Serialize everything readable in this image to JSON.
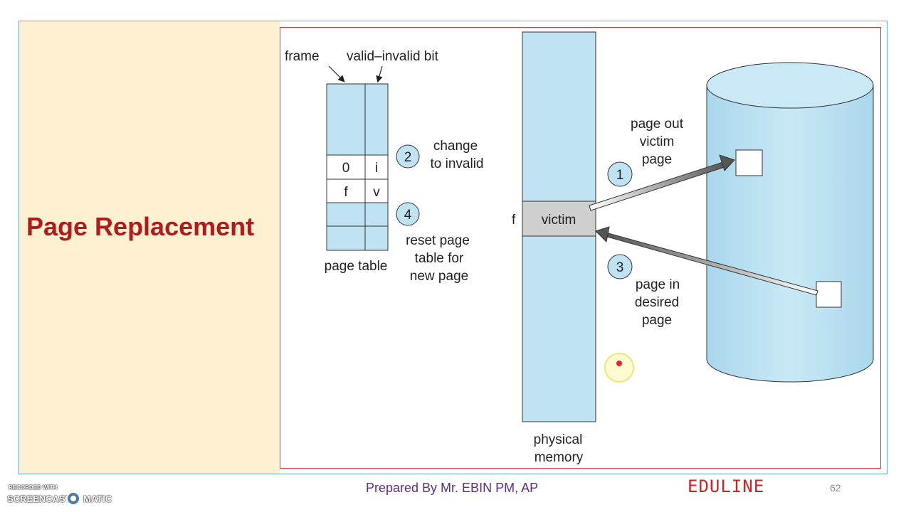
{
  "slide": {
    "title": "Page Replacement",
    "footer_credit": "Prepared By Mr. EBIN PM, AP",
    "brand": "EDULINE",
    "page_number": "62"
  },
  "diagram": {
    "page_table": {
      "header_frame": "frame",
      "header_bit": "valid–invalid bit",
      "caption": "page table",
      "rows": [
        {
          "frame": "",
          "bit": ""
        },
        {
          "frame": "0",
          "bit": "i"
        },
        {
          "frame": "f",
          "bit": "v"
        },
        {
          "frame": "",
          "bit": ""
        }
      ]
    },
    "steps": [
      {
        "number": "1",
        "label_lines": [
          "page out",
          "victim",
          "page"
        ]
      },
      {
        "number": "2",
        "label_lines": [
          "change",
          "to invalid"
        ]
      },
      {
        "number": "3",
        "label_lines": [
          "page in",
          "desired",
          "page"
        ]
      },
      {
        "number": "4",
        "label_lines": [
          "reset page",
          "table for",
          "new page"
        ]
      }
    ],
    "physical_memory": {
      "frame_label": "f",
      "victim_label": "victim",
      "caption_lines": [
        "physical",
        "memory"
      ]
    }
  },
  "recorder": {
    "small": "RECORDED WITH",
    "brand_left": "SCREENCAST",
    "brand_right": "MATIC"
  },
  "colors": {
    "title": "#b01c1c",
    "accent_blue": "#bfe3f2",
    "frame_border": "#d33",
    "credit": "#5a2f86",
    "brand": "#d42020"
  }
}
